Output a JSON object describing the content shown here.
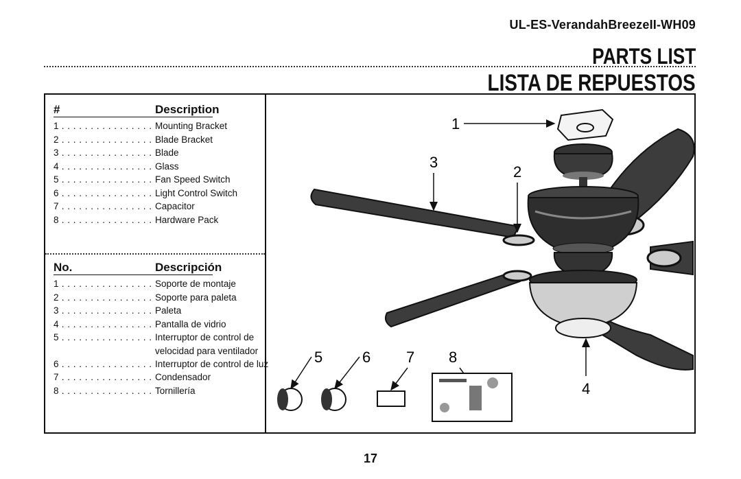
{
  "header": {
    "model": "UL-ES-VerandahBreezeII-WH09",
    "title_en": "PARTS LIST",
    "title_es": "LISTA DE REPUESTOS"
  },
  "english": {
    "col_num": "#",
    "col_desc": "Description",
    "rows": [
      {
        "n": "1",
        "d": "Mounting Bracket"
      },
      {
        "n": "2",
        "d": "Blade Bracket"
      },
      {
        "n": "3",
        "d": "Blade"
      },
      {
        "n": "4",
        "d": "Glass"
      },
      {
        "n": "5",
        "d": "Fan Speed Switch"
      },
      {
        "n": "6",
        "d": "Light Control Switch"
      },
      {
        "n": "7",
        "d": "Capacitor"
      },
      {
        "n": "8",
        "d": "Hardware Pack"
      }
    ]
  },
  "spanish": {
    "col_num": "No.",
    "col_desc": "Descripción",
    "rows": [
      {
        "n": "1",
        "d": "Soporte de montaje"
      },
      {
        "n": "2",
        "d": "Soporte para paleta"
      },
      {
        "n": "3",
        "d": "Paleta"
      },
      {
        "n": "4",
        "d": "Pantalla de vidrio"
      },
      {
        "n": "5",
        "d": "Interruptor de control de",
        "d2": "velocidad para ventilador"
      },
      {
        "n": "6",
        "d": "Interruptor de control de luz"
      },
      {
        "n": "7",
        "d": "Condensador"
      },
      {
        "n": "8",
        "d": "Tornillería"
      }
    ]
  },
  "callouts": [
    "1",
    "2",
    "3",
    "4",
    "5",
    "6",
    "7",
    "8"
  ],
  "page_number": "17"
}
